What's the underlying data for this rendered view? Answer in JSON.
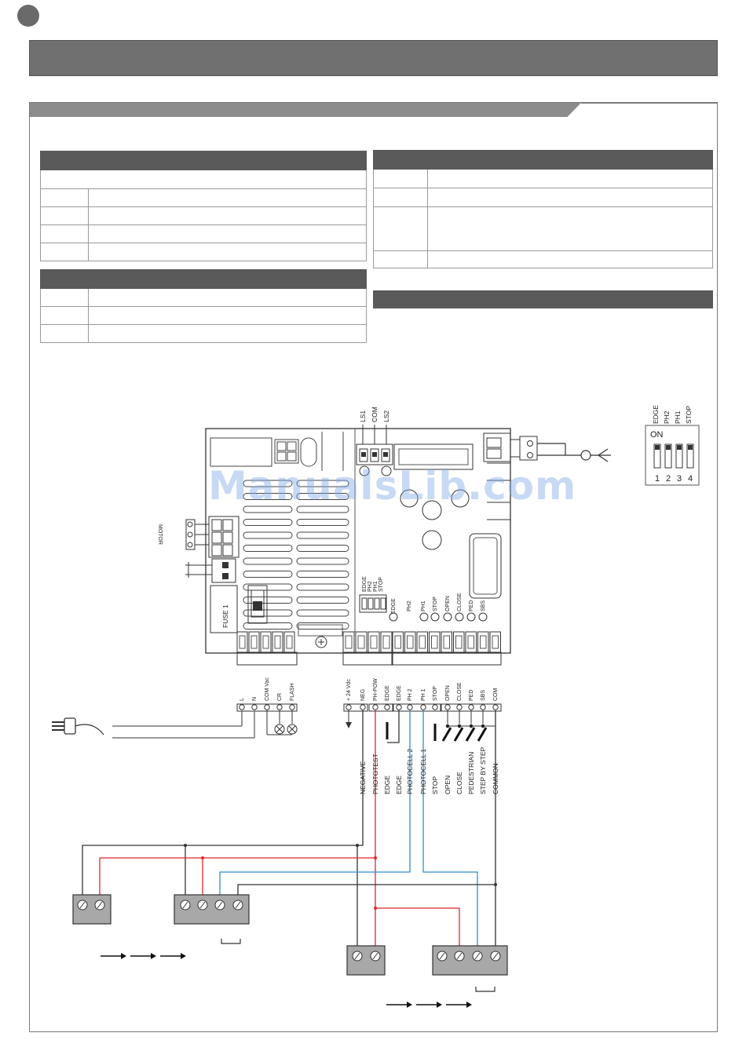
{
  "table_left_1": {
    "rows": 4
  },
  "table_left_2": {
    "rows": 3
  },
  "table_right_1": {
    "rows": 4
  },
  "board": {
    "limit_labels": [
      "LS1",
      "COM",
      "LS2"
    ],
    "motor_label": "MOTOR",
    "fuse_label": "FUSE 1",
    "dip_labels": [
      "EDGE",
      "PH2",
      "PH1",
      "STOP"
    ],
    "led_labels": [
      "EDGE",
      "PH2",
      "PH1",
      "STOP",
      "OPEN",
      "CLOSE",
      "PED",
      "SBS"
    ]
  },
  "dip_switch": {
    "labels": [
      "EDGE",
      "PH2",
      "PH1",
      "STOP"
    ],
    "on_label": "ON",
    "numbers": [
      "1",
      "2",
      "3",
      "4"
    ]
  },
  "mains_terminals": [
    "L",
    "N",
    "COM Vac",
    "CR",
    "FLASH"
  ],
  "control_terminals": [
    "+ 24 Vdc",
    "NEG",
    "PH-POW",
    "EDGE",
    "EDGE",
    "PH 2",
    "PH 1",
    "STOP",
    "OPEN",
    "CLOSE",
    "PED",
    "SBS",
    "COM"
  ],
  "wire_functions": [
    "NEGATIVE",
    "PHOTOTEST",
    "EDGE",
    "EDGE",
    "PHOTOCELL 2",
    "PHOTOCELL 1",
    "STOP",
    "OPEN",
    "CLOSE",
    "PEDESTRIAN",
    "STEP BY STEP",
    "COMMON"
  ],
  "watermark": "ManualsLib.com",
  "colors": {
    "banner": "#707070",
    "header": "#5a5a5a",
    "tab": "#8c8c8c",
    "wire_red": "#e0262b",
    "wire_blue": "#2f8fd0",
    "watermark": "#82aae6"
  }
}
